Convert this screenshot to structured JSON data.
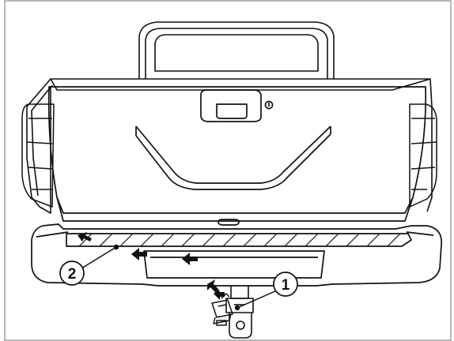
{
  "diagram": {
    "callouts": [
      {
        "id": "1",
        "label": "1"
      },
      {
        "id": "2",
        "label": "2"
      }
    ]
  },
  "colors": {
    "line": "#111111",
    "background": "#ffffff",
    "border": "#888888"
  }
}
